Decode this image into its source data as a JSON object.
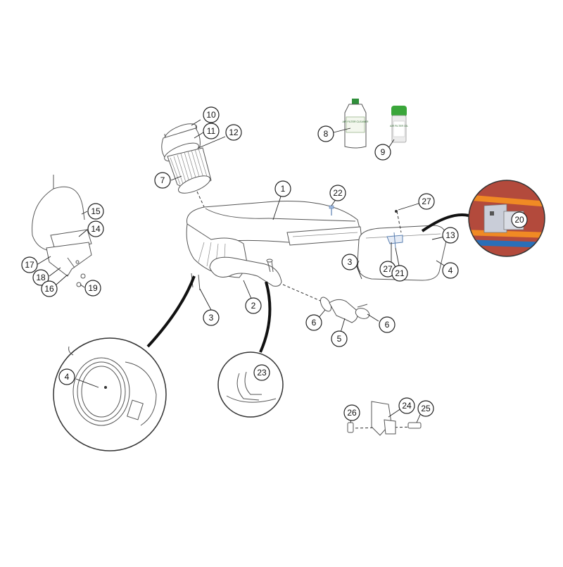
{
  "callouts": [
    {
      "id": "c1",
      "label": "1"
    },
    {
      "id": "c2",
      "label": "2"
    },
    {
      "id": "c3a",
      "label": "3"
    },
    {
      "id": "c3b",
      "label": "3"
    },
    {
      "id": "c4a",
      "label": "4"
    },
    {
      "id": "c4b",
      "label": "4"
    },
    {
      "id": "c5",
      "label": "5"
    },
    {
      "id": "c6a",
      "label": "6"
    },
    {
      "id": "c6b",
      "label": "6"
    },
    {
      "id": "c7",
      "label": "7"
    },
    {
      "id": "c8",
      "label": "8"
    },
    {
      "id": "c9",
      "label": "9"
    },
    {
      "id": "c10",
      "label": "10"
    },
    {
      "id": "c11",
      "label": "11"
    },
    {
      "id": "c12",
      "label": "12"
    },
    {
      "id": "c13",
      "label": "13"
    },
    {
      "id": "c14",
      "label": "14"
    },
    {
      "id": "c15",
      "label": "15"
    },
    {
      "id": "c16",
      "label": "16"
    },
    {
      "id": "c17",
      "label": "17"
    },
    {
      "id": "c18",
      "label": "18"
    },
    {
      "id": "c19",
      "label": "19"
    },
    {
      "id": "c20",
      "label": "20"
    },
    {
      "id": "c21",
      "label": "21"
    },
    {
      "id": "c22",
      "label": "22"
    },
    {
      "id": "c23",
      "label": "23"
    },
    {
      "id": "c24",
      "label": "24"
    },
    {
      "id": "c25",
      "label": "25"
    },
    {
      "id": "c26",
      "label": "26"
    },
    {
      "id": "c27a",
      "label": "27"
    },
    {
      "id": "c27b",
      "label": "27"
    }
  ],
  "products": {
    "bottle_label": "AIR FILTER CLEANER",
    "spray_label": "AIR FILTER OIL"
  },
  "colors": {
    "spray_cap": "#3aa63a",
    "bottle_cap": "#2f8f3a",
    "zoom_red": "#b34a3c",
    "zoom_orange": "#f08a24",
    "zoom_blue": "#2a6fb8",
    "bracket_grey": "#c9cdd8"
  }
}
